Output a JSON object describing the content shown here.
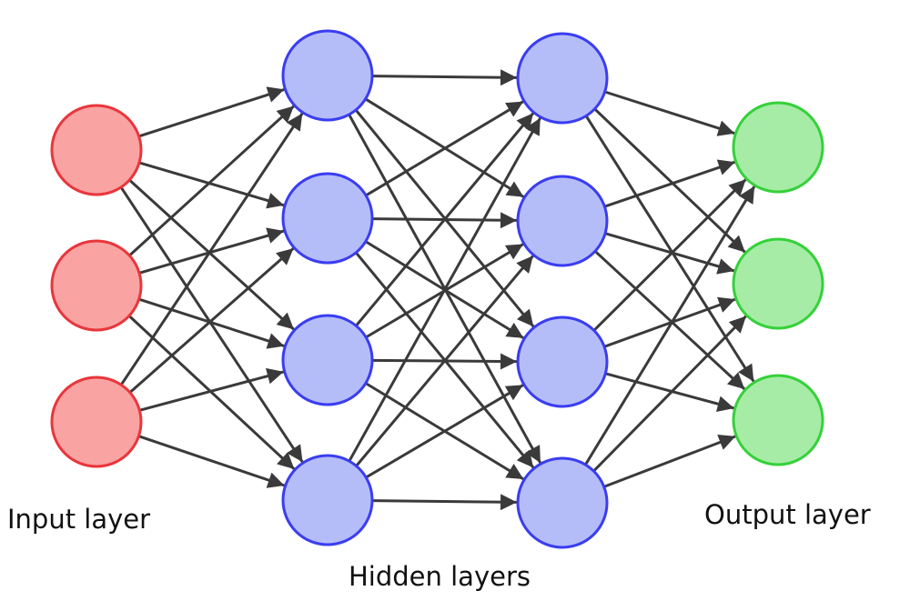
{
  "labels": {
    "input": "Input layer",
    "hidden": "Hidden layers",
    "output": "Output layer"
  },
  "layers": [
    {
      "role": "input",
      "neurons": 3,
      "fill": "#f9a3a3",
      "stroke": "#e8363c"
    },
    {
      "role": "hidden",
      "neurons": 4,
      "fill": "#b5bdf8",
      "stroke": "#3a3df0"
    },
    {
      "role": "hidden",
      "neurons": 4,
      "fill": "#b5bdf8",
      "stroke": "#3a3df0"
    },
    {
      "role": "output",
      "neurons": 3,
      "fill": "#a6eca6",
      "stroke": "#35d13a"
    }
  ],
  "connections": "fully-connected",
  "edge_color": "#3a3a3a"
}
